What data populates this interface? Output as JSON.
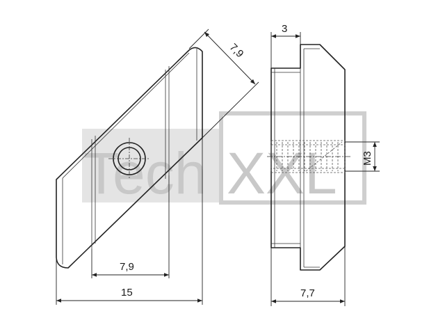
{
  "watermark": {
    "text_left": "Tech",
    "text_right": "XXL",
    "color": "#c8c8c8"
  },
  "dimensions": {
    "front_diagonal": "7,9",
    "front_bottom_inner": "7,9",
    "front_bottom_total": "15",
    "side_top": "3",
    "side_bottom": "7,7",
    "thread": "M3"
  },
  "colors": {
    "line": "#222222",
    "watermark": "#c8c8c8"
  }
}
